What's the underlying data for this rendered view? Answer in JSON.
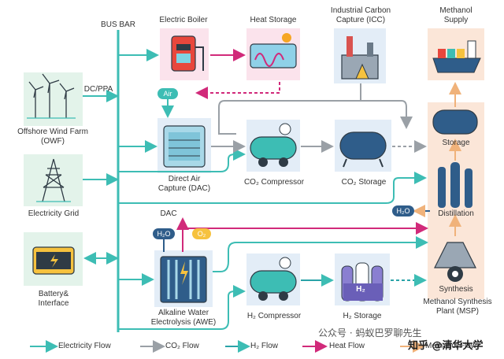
{
  "labels": {
    "bus_bar": "BUS BAR",
    "dc_ppa": "DC/PPA",
    "offshore_wind": "Offshore Wind Farm\n(OWF)",
    "electricity_grid": "Electricity Grid",
    "battery": "Battery&\nInterface",
    "electric_boiler": "Electric Boiler",
    "heat_storage": "Heat Storage",
    "icc": "Industrial Carbon\nCapture (ICC)",
    "methanol_supply": "Methanol\nSupply",
    "dac": "Direct Air\nCapture (DAC)",
    "co2_compressor": "CO₂ Compressor",
    "co2_storage": "CO₂ Storage",
    "storage": "Storage",
    "distillation": "Distillation",
    "synthesis": "Synthesis",
    "msp": "Methanol Synthesis\nPlant (MSP)",
    "awe": "Alkaline Water\nElectrolysis (AWE)",
    "h2_compressor": "H₂ Compressor",
    "h2_storage": "H₂ Storage",
    "dac_small": "DAC",
    "air_chip": "Air",
    "h2o_chip_left": "H₂O",
    "o2_chip": "O₂",
    "h2o_chip_right": "H₂O",
    "h2_tank_text": "H₂"
  },
  "legend": {
    "electricity": "Electricity Flow",
    "co2": "CO₂ Flow",
    "h2": "H₂ Flow",
    "heat": "Heat Flow",
    "other": "Methanol Flow"
  },
  "watermark": "公众号 · 蚂蚁巴罗聊先生",
  "watermark2": "知乎 @清华大学",
  "colors": {
    "electricity": "#3dbdb4",
    "co2": "#9aa0a6",
    "h2": "#2aa3a8",
    "heat": "#d12a7a",
    "methanol": "#f0b27a",
    "pink_bg": "#fbe3ec",
    "blue_bg": "#e3edf7",
    "peach_bg": "#fbe6d8",
    "green_bg": "#e3f3ea"
  }
}
